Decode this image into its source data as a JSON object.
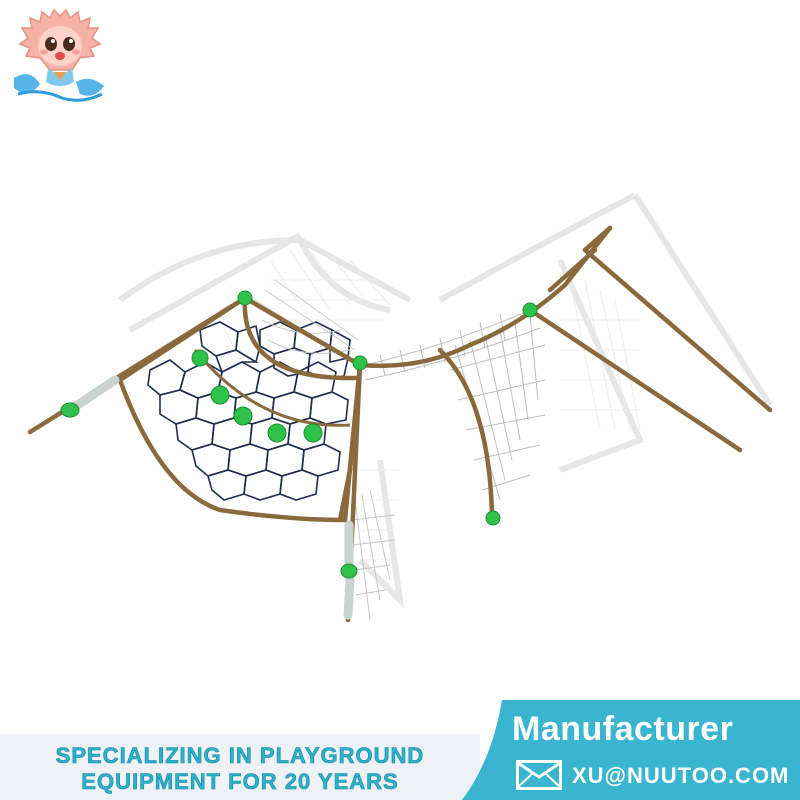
{
  "banner": {
    "slogan_line1": "SPECIALIZING IN PLAYGROUND",
    "slogan_line2": "EQUIPMENT FOR 20 YEARS",
    "badge_title": "Manufacturer",
    "email": "XU@NUUTOO.COM",
    "email_icon": "mail-icon"
  },
  "colors": {
    "accent_teal": "#2fb0c9",
    "badge_bg": "#3ab5cf",
    "frame_brown": "#8a6a3c",
    "net_navy": "#1c2a4a",
    "knot_green": "#27c24a"
  }
}
